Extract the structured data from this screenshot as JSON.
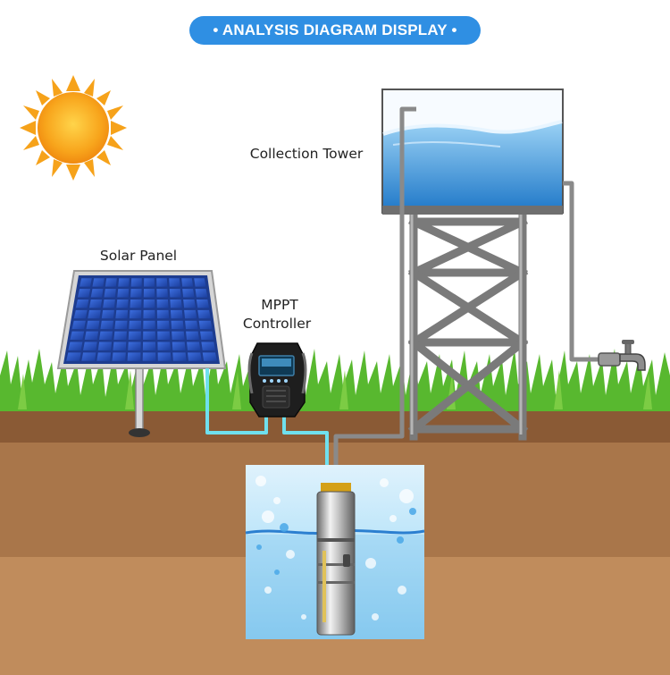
{
  "header": {
    "title": "• ANALYSIS DIAGRAM DISPLAY •"
  },
  "labels": {
    "collection_tower": "Collection Tower",
    "solar_panel": "Solar Panel",
    "controller_line1": "MPPT",
    "controller_line2": "Controller"
  },
  "colors": {
    "header_bg": "#2f8fe3",
    "sun": "#f6a21a",
    "grass": "#58b82f",
    "soil_top": "#8a5a35",
    "soil_mid": "#a9764a",
    "soil_deep": "#c08c5c",
    "water": "#4aa8e8",
    "pipe_cyan": "#6fe0ee",
    "pipe_gray": "#8a8a8a"
  }
}
